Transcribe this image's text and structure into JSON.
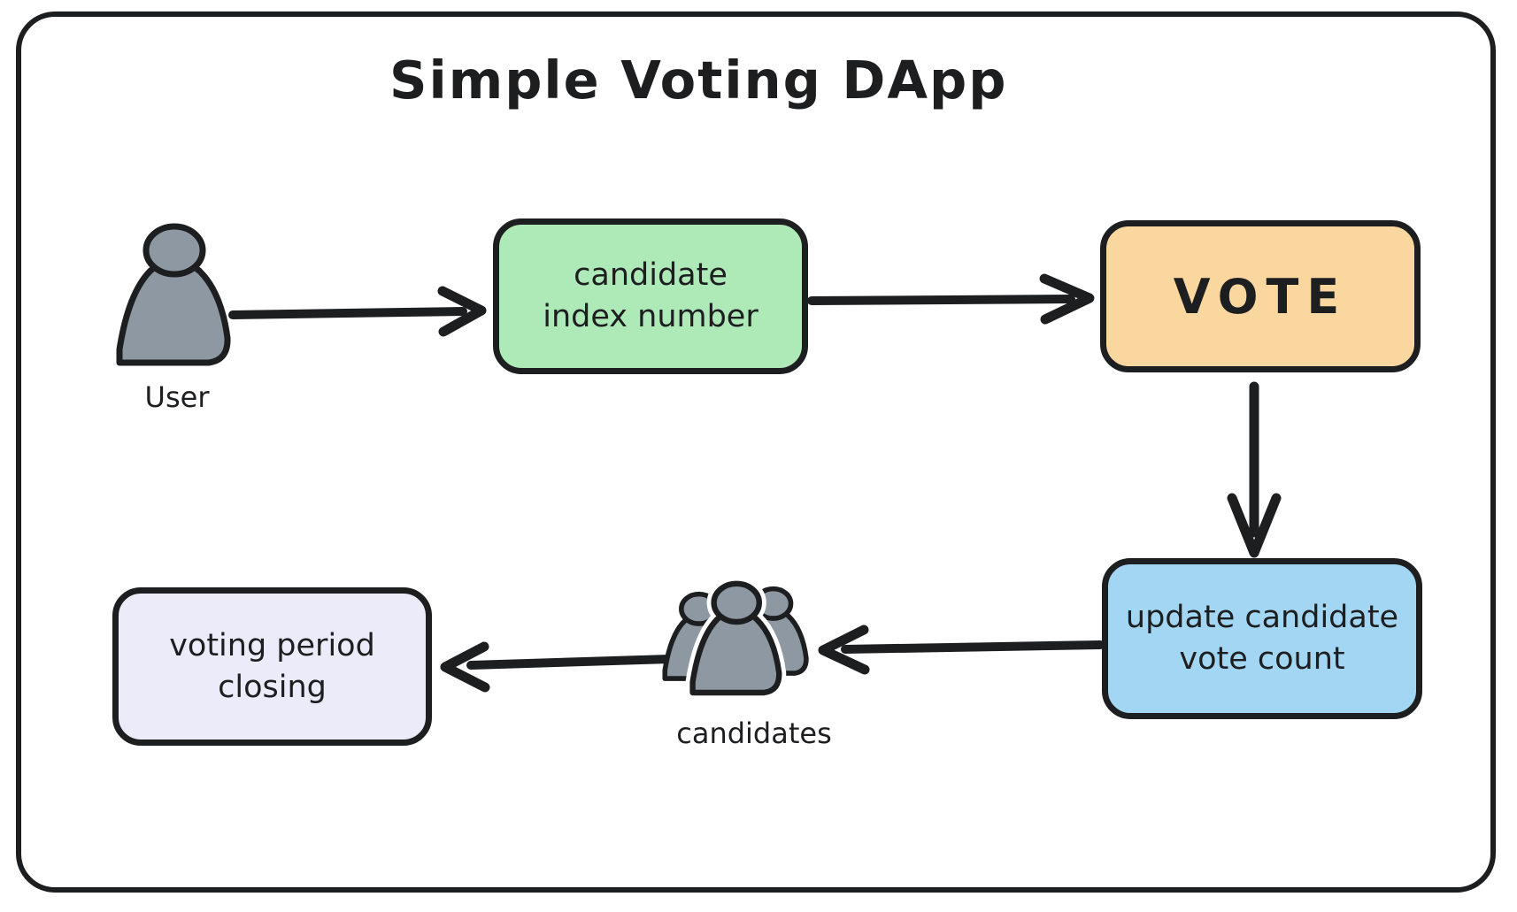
{
  "title": "Simple Voting DApp",
  "colors": {
    "ink": "#1d1e20",
    "person_fill": "#8e98a2",
    "casing": "#ffffff",
    "background": "#ffffff"
  },
  "nodes": {
    "user": {
      "label": "User",
      "icon": "person-icon"
    },
    "candidate_index": {
      "lines": [
        "candidate",
        "index number"
      ],
      "fill": "#aee9b8"
    },
    "vote": {
      "label": "VOTE",
      "fill": "#fbd7a0"
    },
    "update_count": {
      "lines": [
        "update candidate",
        "vote count"
      ],
      "fill": "#a2d6f3"
    },
    "candidates": {
      "label": "candidates",
      "icon": "people-icon"
    },
    "voting_period": {
      "lines": [
        "voting period",
        "closing"
      ],
      "fill": "#ebebfa"
    }
  },
  "edges": [
    {
      "from": "user",
      "to": "candidate_index"
    },
    {
      "from": "candidate_index",
      "to": "vote"
    },
    {
      "from": "vote",
      "to": "update_count"
    },
    {
      "from": "update_count",
      "to": "candidates"
    },
    {
      "from": "candidates",
      "to": "voting_period"
    }
  ]
}
